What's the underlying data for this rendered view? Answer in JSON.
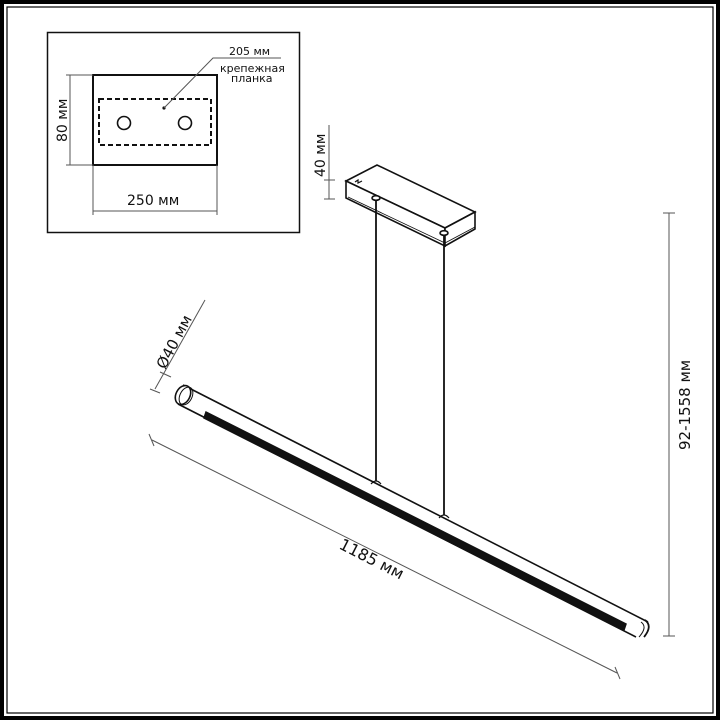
{
  "diagram": {
    "type": "technical-drawing",
    "subject": "linear pendant lamp",
    "colors": {
      "ink": "#111111",
      "dimension": "#555555",
      "background": "#ffffff"
    }
  },
  "inset": {
    "title_dim": "205 мм",
    "callout_label_line1": "крепежная",
    "callout_label_line2": "планка",
    "height_dim": "80 мм",
    "width_dim": "250 мм"
  },
  "canopy": {
    "height_dim": "40 мм"
  },
  "tube": {
    "diameter_dim": "Ø40 мм",
    "length_dim": "1185 мм"
  },
  "suspension": {
    "height_range_dim": "92-1558 мм"
  }
}
